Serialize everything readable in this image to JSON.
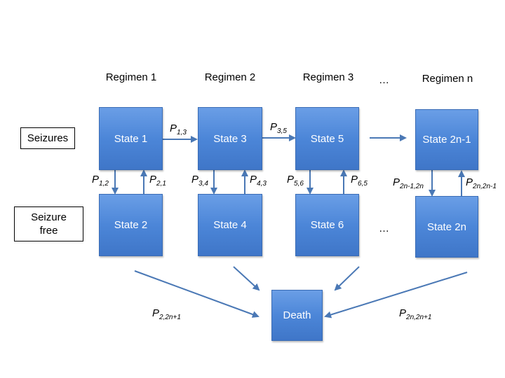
{
  "regimens": [
    "Regimen 1",
    "Regimen 2",
    "Regimen 3",
    "Regimen n"
  ],
  "ellipsis": "…",
  "row_labels": {
    "seizures": "Seizures",
    "seizure_free": "Seizure\nfree"
  },
  "states": {
    "s1": "State 1",
    "s3": "State 3",
    "s5": "State 5",
    "s2n1": "State 2n-1",
    "s2": "State 2",
    "s4": "State 4",
    "s6": "State 6",
    "s2n": "State 2n",
    "death": "Death"
  },
  "probabilities": {
    "p13": {
      "sym": "P",
      "sub": "1,3"
    },
    "p35": {
      "sym": "P",
      "sub": "3,5"
    },
    "p12": {
      "sym": "P",
      "sub": "1,2"
    },
    "p21": {
      "sym": "P",
      "sub": "2,1"
    },
    "p34": {
      "sym": "P",
      "sub": "3,4"
    },
    "p43": {
      "sym": "P",
      "sub": "4,3"
    },
    "p56": {
      "sym": "P",
      "sub": "5,6"
    },
    "p65": {
      "sym": "P",
      "sub": "6,5"
    },
    "p2n12n": {
      "sym": "P",
      "sub": "2n-1,2n"
    },
    "p2n2n1": {
      "sym": "P",
      "sub": "2n,2n-1"
    },
    "p22n1": {
      "sym": "P",
      "sub": "2,2n+1"
    },
    "p2n2n1d": {
      "sym": "P",
      "sub": "2n,2n+1"
    }
  },
  "colors": {
    "state_fill": "#4c86d8",
    "arrow": "#4a78b5"
  }
}
